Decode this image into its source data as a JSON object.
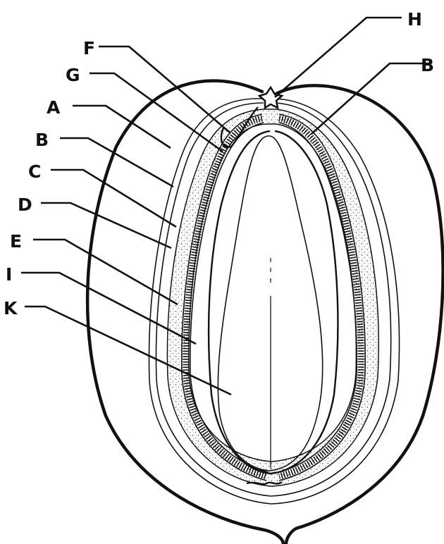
{
  "labels": {
    "F": "F",
    "G": "G",
    "A": "A",
    "B_left": "B",
    "C": "C",
    "D": "D",
    "E": "E",
    "I": "I",
    "K": "K",
    "H": "H",
    "B_right": "B"
  }
}
